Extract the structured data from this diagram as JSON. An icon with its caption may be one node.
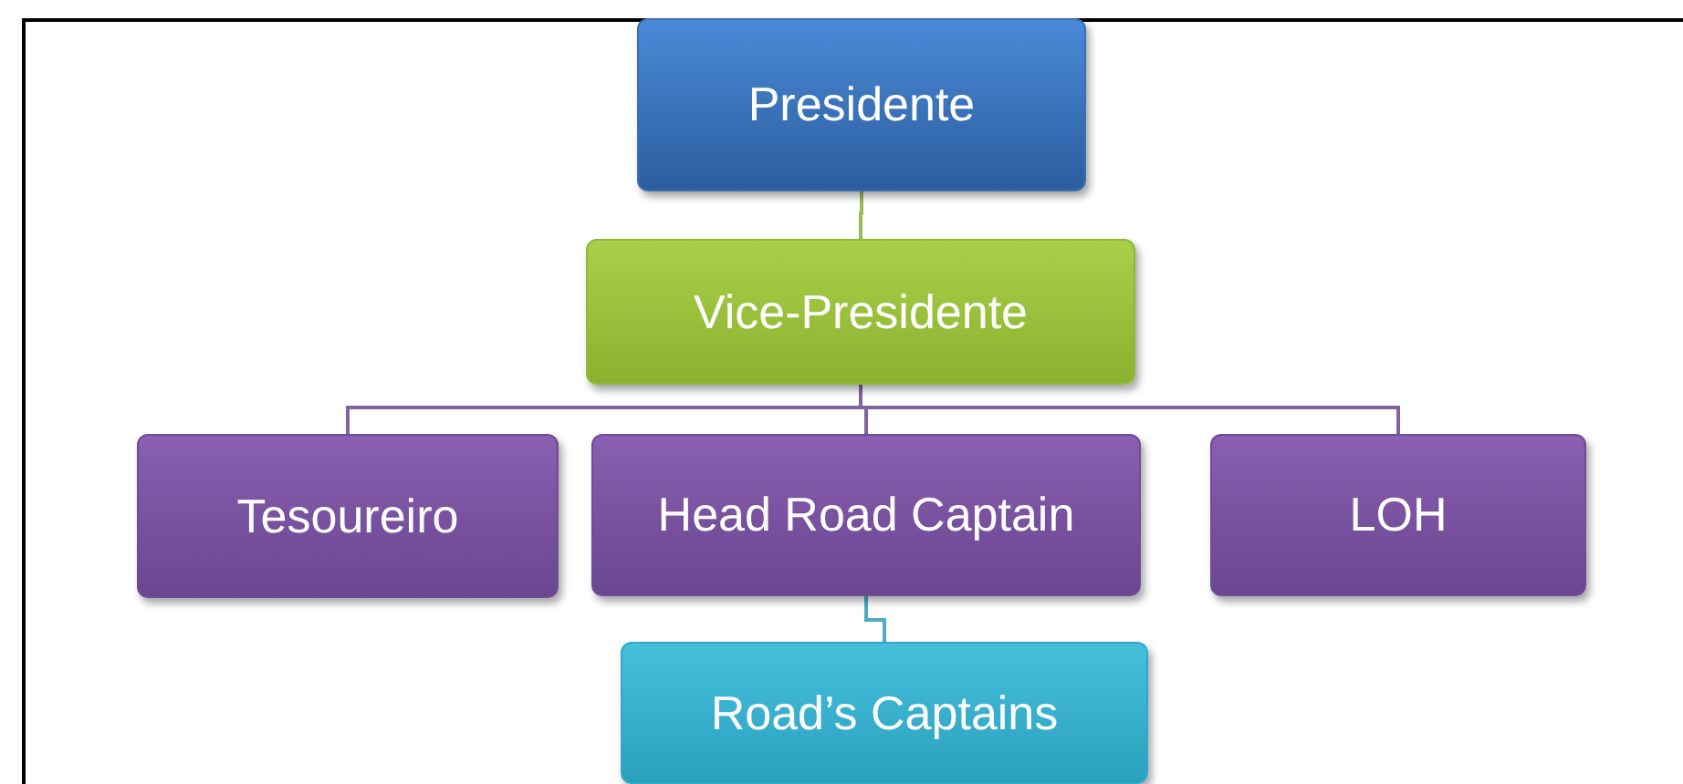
{
  "diagram": {
    "nodes": [
      {
        "text": [
          "Presidente"
        ]
      },
      {
        "text": [
          "Vice-Presidente"
        ]
      },
      {
        "text": [
          "Tesoureiro"
        ]
      },
      {
        "text": [
          "Head Road Captain"
        ]
      },
      {
        "text": [
          "LOH"
        ]
      },
      {
        "text": [
          "Road’s Captains"
        ]
      }
    ],
    "edges": [
      {
        "from": 0,
        "to": 1,
        "arrow": "none",
        "color": "#9bbb59"
      },
      {
        "from": 1,
        "to": 2,
        "arrow": "none"
      },
      {
        "from": 1,
        "to": 3,
        "arrow": "none"
      },
      {
        "from": 1,
        "to": 4,
        "arrow": "none"
      },
      {
        "from": 3,
        "to": 5,
        "arrow": "none",
        "color": "#4bacc6"
      }
    ]
  }
}
